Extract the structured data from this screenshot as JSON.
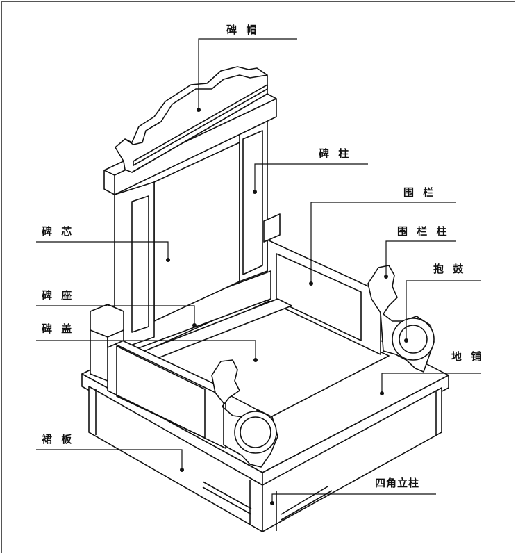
{
  "labels": {
    "bei_mao": "碑 帽",
    "bei_zhu": "碑 柱",
    "wei_lan": "围 栏",
    "wei_lan_zhu": "围 栏 柱",
    "bao_gu": "抱 鼓",
    "bei_xin": "碑 芯",
    "bei_zuo": "碑 座",
    "bei_gai": "碑 盖",
    "di_pu": "地 铺",
    "qun_ban": "裙 板",
    "si_jiao_li_zhu": "四角立柱"
  }
}
